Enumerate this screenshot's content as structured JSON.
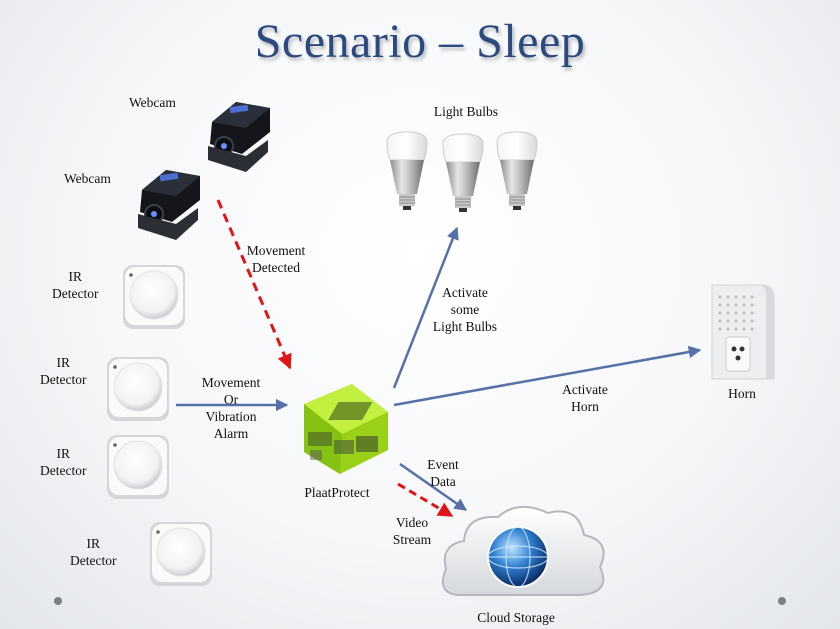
{
  "title": "Scenario – Sleep",
  "devices": {
    "webcam_1": "Webcam",
    "webcam_2": "Webcam",
    "ir_1": [
      "IR",
      "Detector"
    ],
    "ir_2": [
      "IR",
      "Detector"
    ],
    "ir_3": [
      "IR",
      "Detector"
    ],
    "ir_4": [
      "IR",
      "Detector"
    ],
    "light_bulbs": "Light Bulbs",
    "horn": "Horn",
    "hub": "PlaatProtect",
    "cloud": "Cloud Storage"
  },
  "edges": {
    "movement_detected": [
      "Movement",
      "Detected"
    ],
    "movement_vibration": [
      "Movement",
      "Or",
      "Vibration",
      "Alarm"
    ],
    "activate_bulbs": [
      "Activate",
      "some",
      "Light Bulbs"
    ],
    "activate_horn": [
      "Activate",
      "Horn"
    ],
    "event_data": [
      "Event",
      "Data"
    ],
    "video_stream": [
      "Video",
      "Stream"
    ]
  },
  "colors": {
    "title": "#2c4a80",
    "solid_arrow": "#5670a8",
    "dashed_arrow": "#e01515",
    "hub_green": "#a6e21e"
  }
}
